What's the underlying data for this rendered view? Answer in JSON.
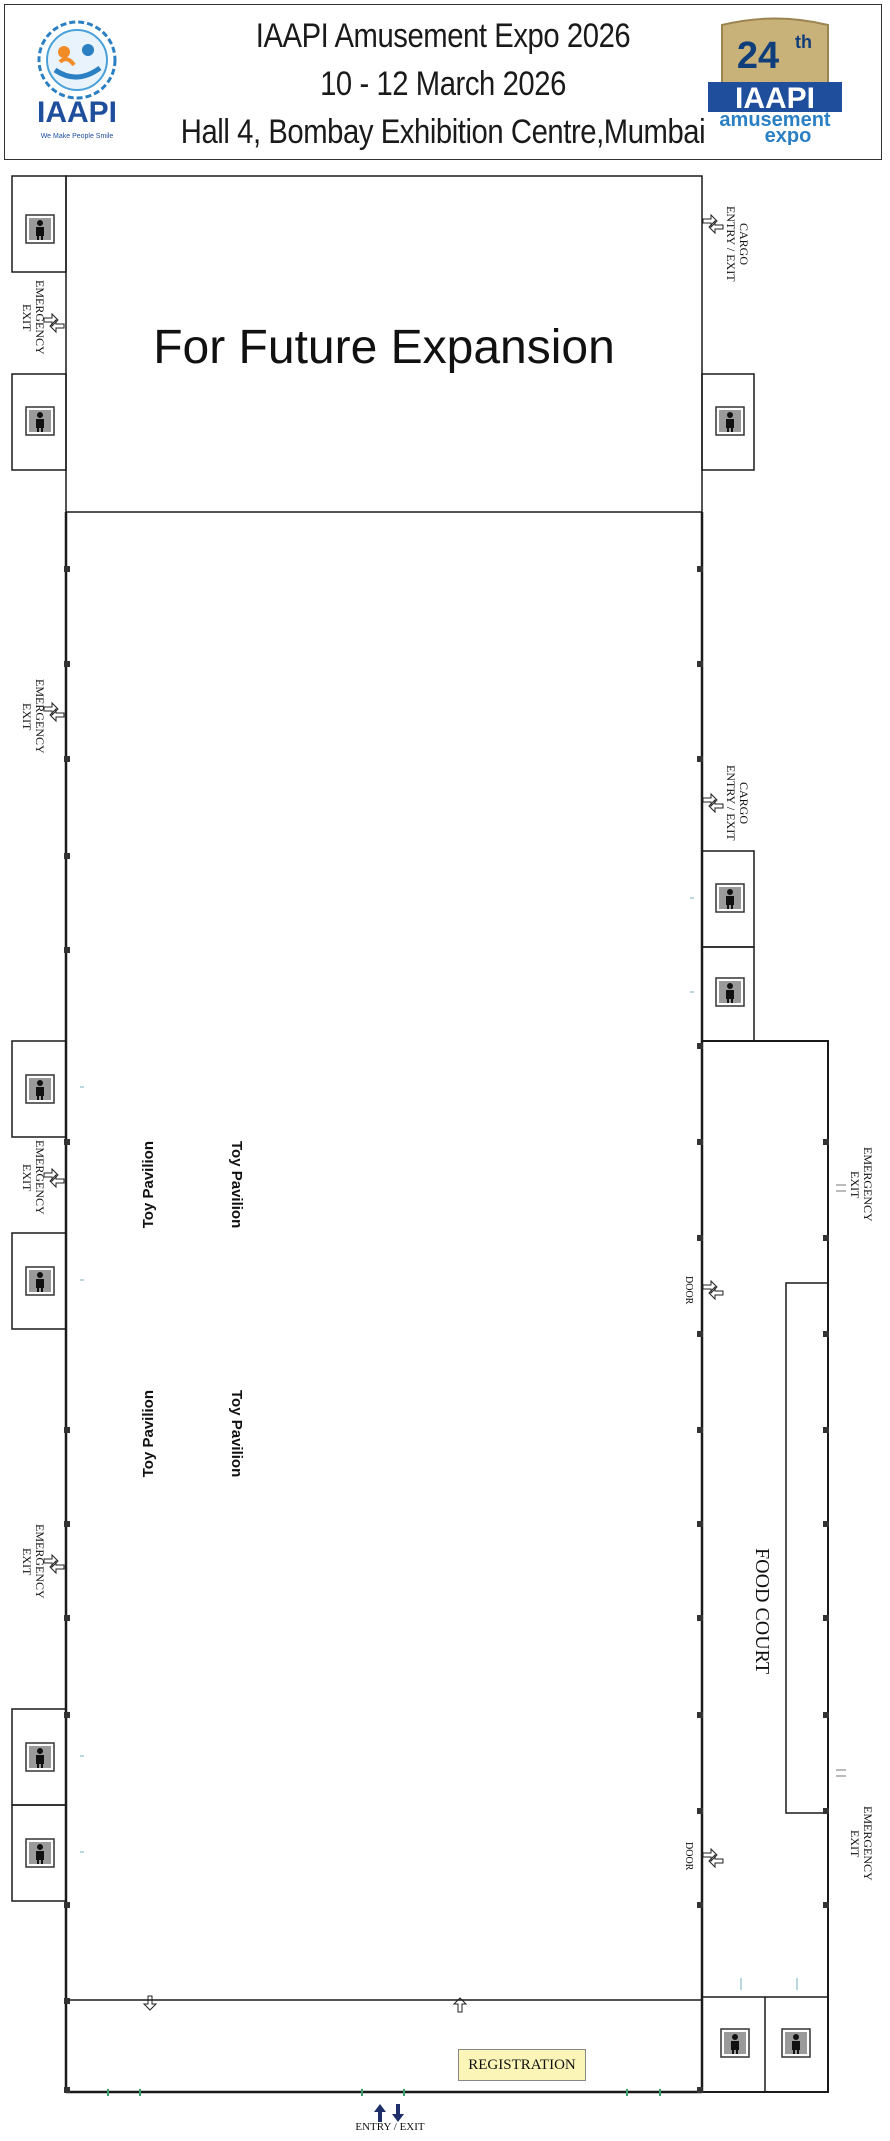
{
  "header": {
    "title": "IAAPI Amusement Expo 2026",
    "dates": "10 - 12 March 2026",
    "venue": "Hall 4, Bombay Exhibition Centre,Mumbai",
    "left_logo": {
      "name": "IAAPI",
      "tagline": "We Make People Smile"
    },
    "right_logo": {
      "edition": "24",
      "edition_suffix": "th",
      "line1": "IAAPI",
      "line2": "amusement",
      "line3": "expo"
    }
  },
  "map": {
    "future_expansion": "For Future Expansion",
    "food_court": "FOOD COURT",
    "registration": "REGISTRATION",
    "entry_exit": "ENTRY / EXIT",
    "door": "DOOR",
    "emergency_exit": [
      "EMERGENCY",
      "EXIT"
    ],
    "cargo_exit": [
      "CARGO",
      "ENTRY / EXIT"
    ],
    "pavilions": [
      "Toy Pavilion",
      "Toy Pavilion",
      "Toy Pavilion",
      "Toy Pavilion"
    ],
    "colors": {
      "wall": "#1a1a1a",
      "pillar": "#333333",
      "toilet_icon": "#555555",
      "registration_bg": "#fbf6b8",
      "entry_arrow": "#1f2f6b",
      "door_marker": "#3aa36b"
    }
  }
}
